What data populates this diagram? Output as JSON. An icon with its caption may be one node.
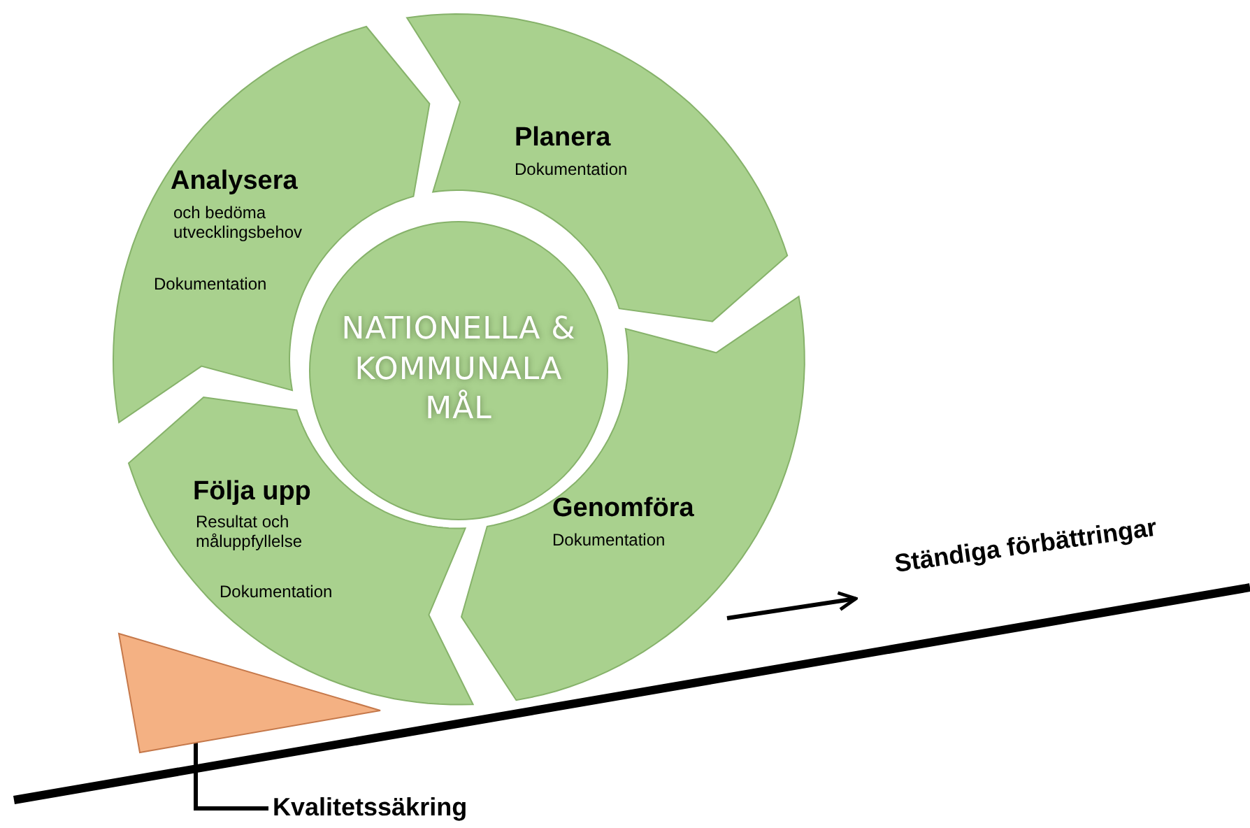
{
  "diagram": {
    "nodes": [
      {
        "text": [
          "NATIONELLA & KOMMUNALA MÅL"
        ]
      },
      {
        "text": [
          "Planera",
          "Dokumentation"
        ]
      },
      {
        "text": [
          "Genomföra",
          "Dokumentation"
        ]
      },
      {
        "text": [
          "Följa upp",
          "Resultat och måluppfyllelse",
          "Dokumentation"
        ]
      },
      {
        "text": [
          "Analysera",
          "och bedöma utvecklingsbehov",
          "Dokumentation"
        ]
      },
      {
        "text": [
          "Kvalitetssäkring"
        ]
      },
      {
        "text": [],
        "shape": "triangle"
      }
    ],
    "edges": [
      {
        "from": 5,
        "to": 6,
        "arrow": "none"
      }
    ],
    "labels": [
      "Ständiga förbättringar"
    ]
  }
}
